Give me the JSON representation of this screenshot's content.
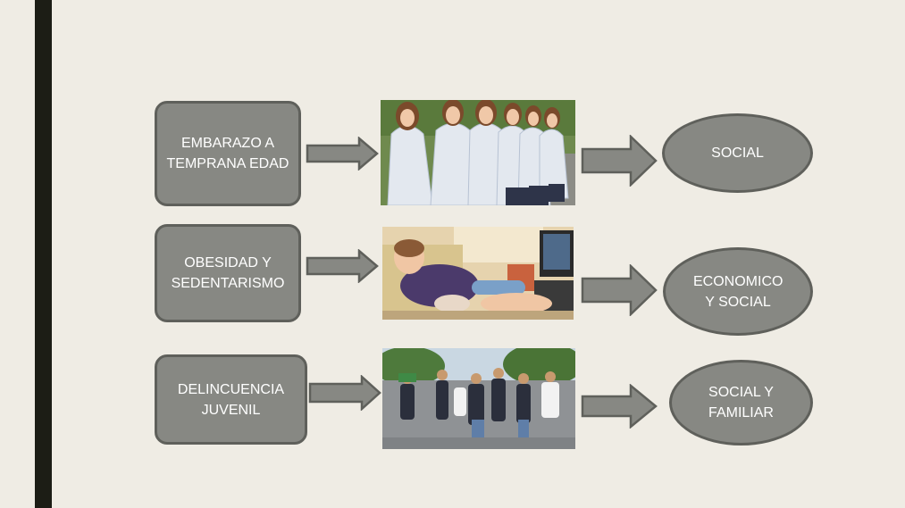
{
  "rows": [
    {
      "cause": "EMBARAZO A TEMPRANA EDAD",
      "image_subject": "pregnant-schoolgirls-photo",
      "effect": "SOCIAL"
    },
    {
      "cause": "OBESIDAD Y SEDENTARISMO",
      "image_subject": "obese-child-watching-tv-photo",
      "effect": "ECONOMICO Y SOCIAL"
    },
    {
      "cause": "DELINCUENCIA JUVENIL",
      "image_subject": "street-fight-youths-photo",
      "effect": "SOCIAL Y FAMILIAR"
    }
  ],
  "colors": {
    "background": "#efece4",
    "left_bar": "#1c1d15",
    "shape_fill": "#878883",
    "shape_border": "#5f605b",
    "text": "#ffffff"
  }
}
